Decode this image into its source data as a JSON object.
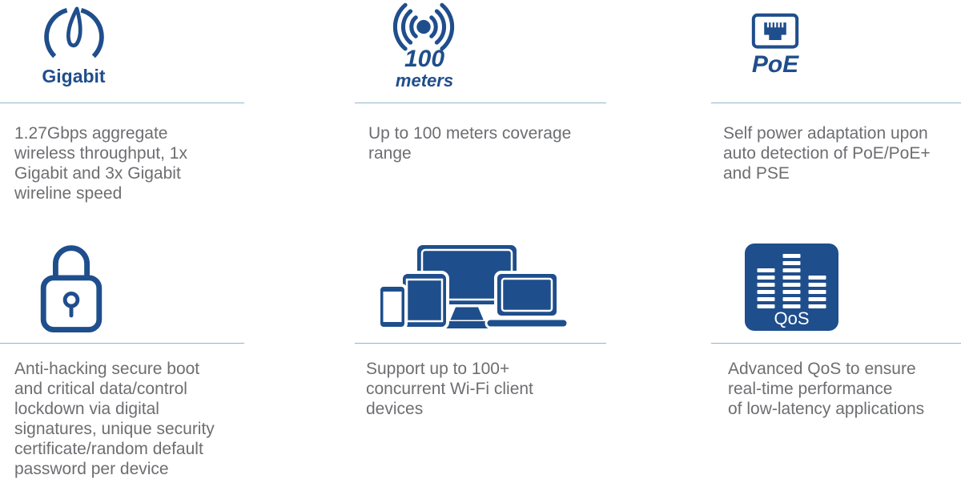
{
  "colors": {
    "accent_navy": "#1F4E8C",
    "divider_blue": "#8FB5CF",
    "body_text_gray": "#6D6E71"
  },
  "features": [
    {
      "name": "gigabit-speed",
      "icon": "speedometer-icon",
      "icon_label": "Gigabit",
      "description": "1.27Gbps aggregate\nwireless throughput, 1x\nGigabit and 3x Gigabit\nwireline speed"
    },
    {
      "name": "coverage-range",
      "icon": "wifi-signal-icon",
      "icon_label_line1": "100",
      "icon_label_line2": "meters",
      "description": "Up to 100 meters coverage\nrange"
    },
    {
      "name": "poe-power",
      "icon": "ethernet-port-icon",
      "icon_label": "PoE",
      "description": "Self power adaptation upon\nauto detection of PoE/PoE+\nand PSE"
    },
    {
      "name": "anti-hacking-security",
      "icon": "padlock-icon",
      "description": "Anti-hacking secure boot\nand critical data/control\nlockdown via digital\nsignatures, unique security\ncertificate/random default\npassword per device"
    },
    {
      "name": "client-capacity",
      "icon": "client-devices-icon",
      "description": "Support up to 100+\nconcurrent Wi-Fi client\ndevices"
    },
    {
      "name": "qos",
      "icon": "qos-equalizer-icon",
      "icon_label": "QoS",
      "description": "Advanced QoS to ensure\nreal-time performance\nof low-latency applications"
    }
  ]
}
